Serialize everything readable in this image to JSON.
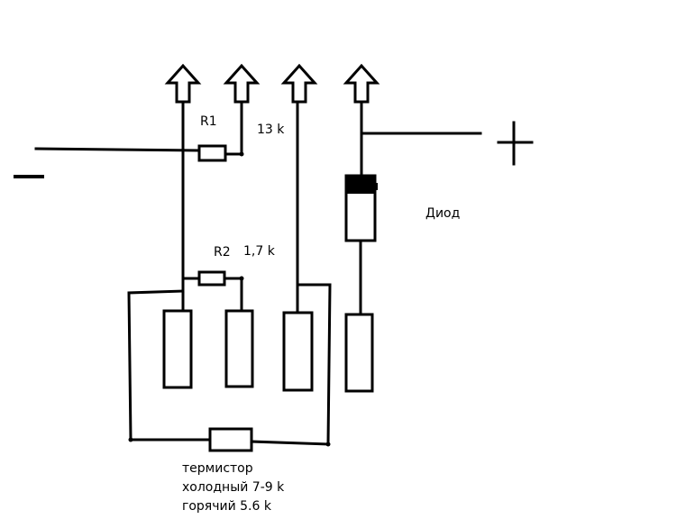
{
  "labels": {
    "r1": "R1",
    "r1_value": "13 k",
    "r2": "R2",
    "r2_value": "1,7 k",
    "diode": "Диод",
    "thermistor": "термистор",
    "cold": "холодный 7-9 k",
    "hot": "горячий 5.6 k"
  },
  "polarity": {
    "minus": "−",
    "plus": "+"
  },
  "colors": {
    "ink": "#000000",
    "background": "#ffffff"
  }
}
